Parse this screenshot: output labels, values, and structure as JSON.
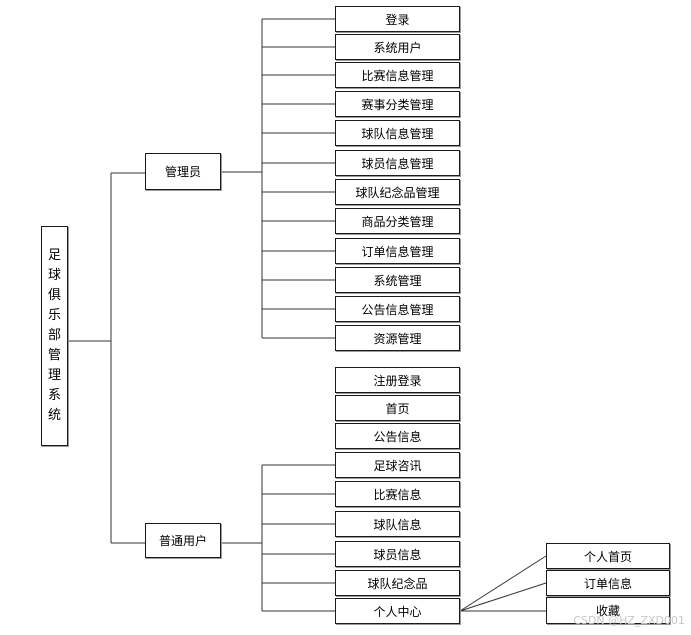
{
  "root": {
    "label": "足球俱乐部管理系统"
  },
  "admin": {
    "label": "管理员",
    "items": [
      "登录",
      "系统用户",
      "比赛信息管理",
      "赛事分类管理",
      "球队信息管理",
      "球员信息管理",
      "球队纪念品管理",
      "商品分类管理",
      "订单信息管理",
      "系统管理",
      "公告信息管理",
      "资源管理"
    ]
  },
  "user": {
    "label": "普通用户",
    "unlinked_items": [
      "注册登录",
      "首页",
      "公告信息"
    ],
    "items": [
      "足球咨讯",
      "比赛信息",
      "球队信息",
      "球员信息",
      "球队纪念品",
      "个人中心"
    ]
  },
  "personal_center": {
    "items": [
      "个人首页",
      "订单信息",
      "收藏"
    ]
  },
  "watermark": "CSDN @HZ_ZXD001"
}
